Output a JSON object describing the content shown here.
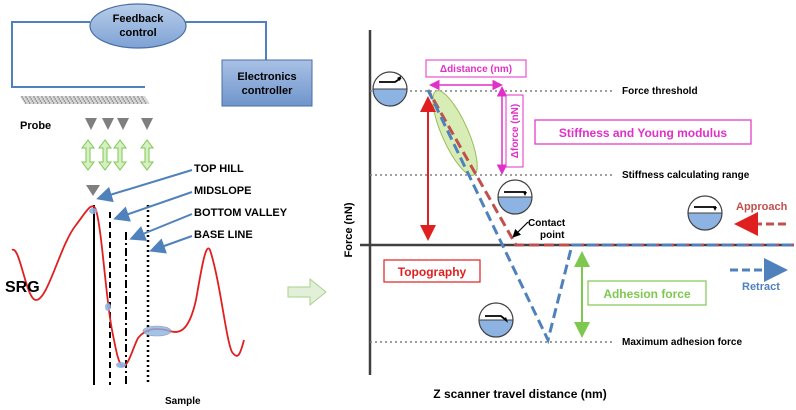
{
  "left_panel": {
    "feedback_label_line1": "Feedback",
    "feedback_label_line2": "control",
    "electronics_label_line1": "Electronics",
    "electronics_label_line2": "controller",
    "probe_label": "Probe",
    "surface_labels": {
      "top_hill": "TOP HILL",
      "midslope": "MIDSLOPE",
      "bottom_valley": "BOTTOM VALLEY",
      "base_line": "BASE LINE"
    },
    "srg_label": "SRG",
    "sample_label": "Sample"
  },
  "right_panel": {
    "y_axis_label": "Force (nN)",
    "x_axis_label": "Z scanner travel distance (nm)",
    "force_threshold_label": "Force threshold",
    "stiffness_range_label": "Stiffness calculating range",
    "max_adhesion_label": "Maximum adhesion force",
    "delta_distance_label": "Δdistance (nm)",
    "delta_force_label": "Δforce (nN)",
    "stiffness_box_label": "Stiffness and Young modulus",
    "contact_point_line1": "Contact",
    "contact_point_line2": "point",
    "approach_label": "Approach",
    "retract_label": "Retract",
    "topography_label": "Topography",
    "adhesion_label": "Adhesion force"
  },
  "colors": {
    "approach": "#c0504d",
    "retract": "#4f81bd",
    "magenta": "#e030c8",
    "green": "#7ec850",
    "red": "#e02020",
    "blue_fill": "#8db3e2",
    "box_dark": "#2f5597"
  }
}
